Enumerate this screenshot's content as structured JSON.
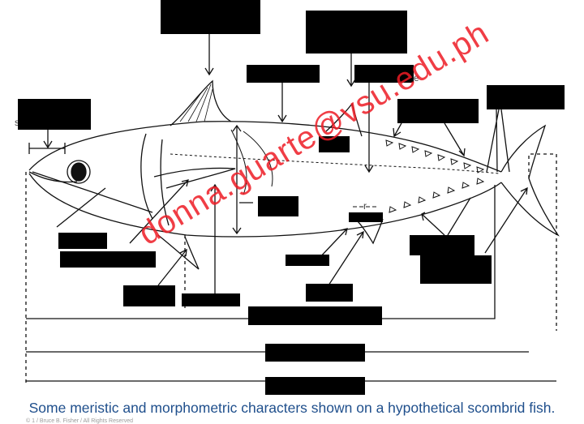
{
  "caption": "Some meristic and morphometric characters shown on a hypothetical scombrid fish.",
  "copyright": "© 1 / Bruce B. Fisher / All Rights Reserved",
  "watermark": "donna.guarte@vsu.edu.ph",
  "colors": {
    "redaction": "#000000",
    "watermark": "#ee1c25",
    "caption": "#1f4f8c",
    "line": "#111111"
  }
}
